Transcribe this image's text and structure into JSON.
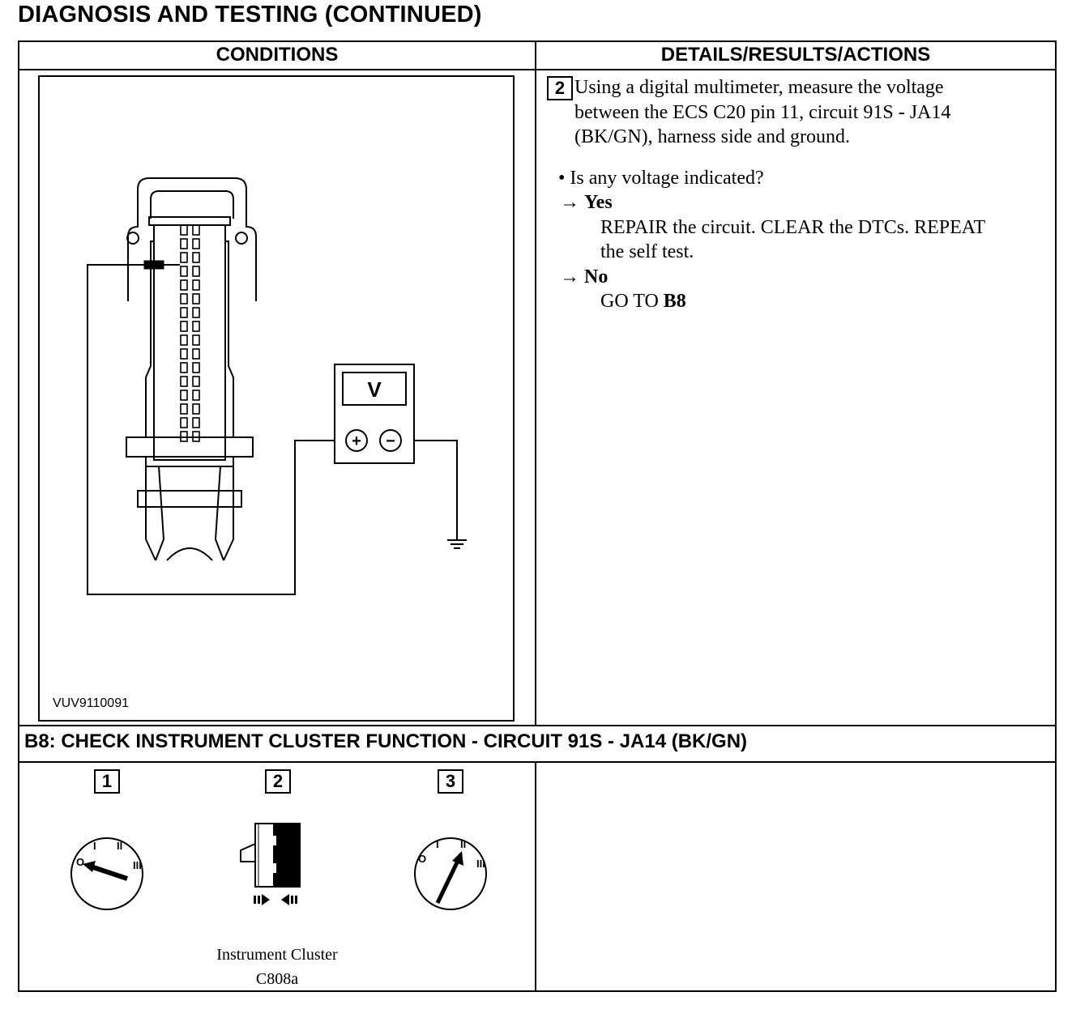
{
  "page": {
    "title": "DIAGNOSIS AND TESTING (CONTINUED)"
  },
  "table": {
    "col_conditions": "CONDITIONS",
    "col_details": "DETAILS/RESULTS/ACTIONS"
  },
  "step2": {
    "number": "2",
    "lines": [
      "Using a digital multimeter, measure the voltage",
      "between the ECS C20 pin 11, circuit 91S - JA14",
      "(BK/GN), harness side and ground."
    ],
    "question": "• Is any voltage indicated?",
    "yes_label": "Yes",
    "yes_action_1": "REPAIR the circuit. CLEAR the DTCs. REPEAT",
    "yes_action_2": "the self test.",
    "no_label": "No",
    "no_action_prefix": "GO TO ",
    "no_action_target": "B8",
    "arrow": "→"
  },
  "diagram1": {
    "figure_id": "VUV9110091",
    "meter_label": "V",
    "plus_sign": "+",
    "minus_sign": "−"
  },
  "b8": {
    "heading": "B8: CHECK INSTRUMENT CLUSTER FUNCTION - CIRCUIT 91S - JA14 (BK/GN)",
    "steps": [
      "1",
      "2",
      "3"
    ],
    "ignition_labels": [
      "O",
      "I",
      "II",
      "III"
    ],
    "caption_line1": "Instrument Cluster",
    "caption_line2": "C808a"
  }
}
